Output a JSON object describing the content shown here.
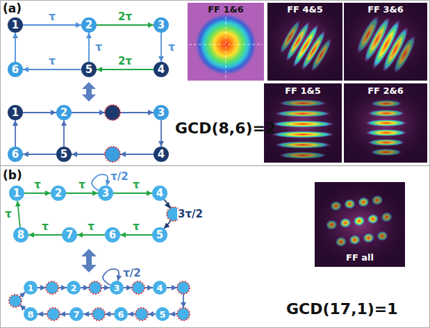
{
  "diagram": {
    "nodes": [
      {
        "text": [
          "1"
        ]
      },
      {
        "text": [
          "2"
        ]
      },
      {
        "text": [
          "3"
        ]
      },
      {
        "text": [
          "4"
        ]
      },
      {
        "text": [
          "5"
        ]
      },
      {
        "text": [
          "6"
        ]
      },
      {
        "text": [
          "1"
        ]
      },
      {
        "text": [
          "2"
        ]
      },
      {
        "text": [
          "3"
        ]
      },
      {
        "text": [
          "4"
        ]
      },
      {
        "text": [
          "5"
        ]
      },
      {
        "text": [
          "6"
        ]
      },
      {
        "text": [
          "1"
        ]
      },
      {
        "text": [
          "2"
        ]
      },
      {
        "text": [
          "3"
        ]
      },
      {
        "text": [
          "4"
        ]
      },
      {
        "text": [
          "5"
        ]
      },
      {
        "text": [
          "6"
        ]
      },
      {
        "text": [
          "7"
        ]
      },
      {
        "text": [
          "8"
        ]
      },
      {
        "text": [
          "1"
        ]
      },
      {
        "text": [
          "2"
        ]
      },
      {
        "text": [
          "3"
        ]
      },
      {
        "text": [
          "4"
        ]
      },
      {
        "text": [
          "5"
        ]
      },
      {
        "text": [
          "6"
        ]
      },
      {
        "text": [
          "7"
        ]
      },
      {
        "text": [
          "8"
        ]
      }
    ],
    "edges": [
      {
        "from": 0,
        "to": 1,
        "arrow": "to",
        "label": "τ"
      },
      {
        "from": 1,
        "to": 2,
        "arrow": "to",
        "label": "2τ"
      },
      {
        "from": 2,
        "to": 3,
        "arrow": "to",
        "label": "τ"
      },
      {
        "from": 3,
        "to": 4,
        "arrow": "to",
        "label": "2τ"
      },
      {
        "from": 4,
        "to": 5,
        "arrow": "to",
        "label": "τ"
      },
      {
        "from": 5,
        "to": 0,
        "arrow": "to"
      },
      {
        "from": 4,
        "to": 1,
        "arrow": "to",
        "label": "τ"
      },
      {
        "from": 6,
        "to": 7,
        "arrow": "to"
      },
      {
        "from": 7,
        "to": 8,
        "arrow": "to"
      },
      {
        "from": 8,
        "to": 9,
        "arrow": "to"
      },
      {
        "from": 9,
        "to": 10,
        "arrow": "to"
      },
      {
        "from": 10,
        "to": 11,
        "arrow": "to"
      },
      {
        "from": 11,
        "to": 6,
        "arrow": "to"
      },
      {
        "from": 10,
        "to": 7,
        "arrow": "to"
      },
      {
        "from": 12,
        "to": 13,
        "arrow": "to",
        "label": "τ"
      },
      {
        "from": 13,
        "to": 14,
        "arrow": "to",
        "label": "τ"
      },
      {
        "from": 14,
        "to": 14,
        "arrow": "to",
        "label": "τ/2"
      },
      {
        "from": 14,
        "to": 15,
        "arrow": "to",
        "label": "τ"
      },
      {
        "from": 15,
        "to": 16,
        "arrow": "to",
        "label": "3τ/2"
      },
      {
        "from": 16,
        "to": 17,
        "arrow": "to",
        "label": "τ"
      },
      {
        "from": 17,
        "to": 18,
        "arrow": "to",
        "label": "τ"
      },
      {
        "from": 18,
        "to": 19,
        "arrow": "to",
        "label": "τ"
      },
      {
        "from": 19,
        "to": 12,
        "arrow": "to",
        "label": "τ"
      },
      {
        "from": 20,
        "to": 21,
        "arrow": "to"
      },
      {
        "from": 21,
        "to": 22,
        "arrow": "to"
      },
      {
        "from": 22,
        "to": 22,
        "arrow": "to",
        "label": "τ/2"
      },
      {
        "from": 22,
        "to": 23,
        "arrow": "to"
      },
      {
        "from": 23,
        "to": 24,
        "arrow": "to"
      },
      {
        "from": 24,
        "to": 25,
        "arrow": "to"
      },
      {
        "from": 25,
        "to": 26,
        "arrow": "to"
      },
      {
        "from": 26,
        "to": 27,
        "arrow": "to"
      },
      {
        "from": 27,
        "to": 20,
        "arrow": "to"
      }
    ],
    "labels": [
      "(a)",
      "FF 1&6",
      "FF 4&5",
      "FF 3&6",
      "GCD(8,6)=2",
      "FF 1&5",
      "FF 2&6",
      "(b)",
      "FF all",
      "GCD(17,1)=1"
    ]
  }
}
